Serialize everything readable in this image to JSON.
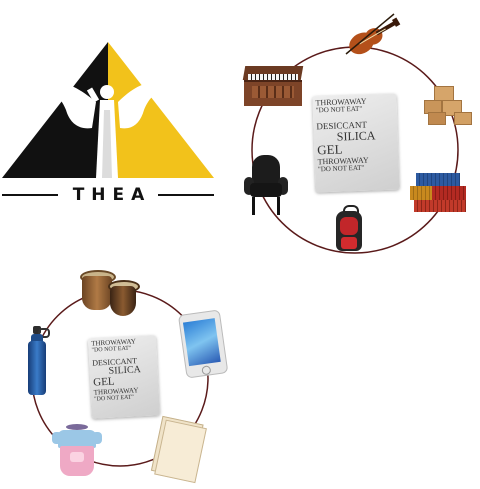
{
  "brand": {
    "name": "THEA",
    "colors": {
      "black": "#111111",
      "yellow": "#f2c21b",
      "white": "#ffffff"
    }
  },
  "packet_top": {
    "lines": [
      "THROWAWAY",
      "\"DO NOT EAT\"",
      "DESICCANT",
      "SILICA",
      "GEL",
      "THROWAWAY",
      "\"DO NOT EAT\""
    ]
  },
  "packet_bottom": {
    "lines": [
      "THROWAWAY",
      "\"DO NOT EAT\"",
      "DESICCANT",
      "SILICA",
      "GEL",
      "THROWAWAY",
      "\"DO NOT EAT\""
    ]
  },
  "circle_color": "#5a1a1a",
  "top_circle_items": [
    "violin-icon",
    "boxes-icon",
    "containers-icon",
    "backpack-icon",
    "armchair-icon",
    "harmonium-icon"
  ],
  "bottom_circle_items": [
    "tabla-icon",
    "smartphone-icon",
    "paper-icon",
    "baby-clothes-icon",
    "water-bottle-icon"
  ]
}
